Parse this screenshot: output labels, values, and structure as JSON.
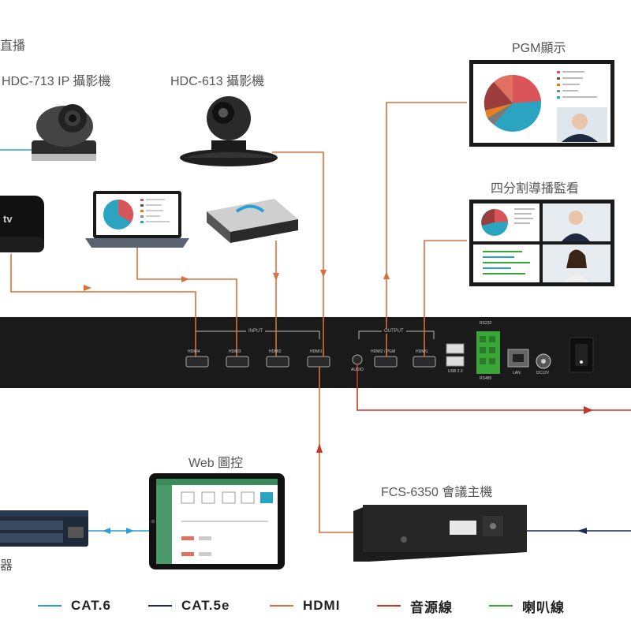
{
  "labels": {
    "live": "直播",
    "hdc713": "HDC-713 IP 攝影機",
    "hdc613": "HDC-613 攝影機",
    "pgm": "PGM顯示",
    "quad": "四分割導播監看",
    "web": "Web 圖控",
    "fcs": "FCS-6350 會議主機",
    "switch_tail": "器"
  },
  "device": {
    "input_title": "INPUT",
    "output_title": "OUTPUT",
    "ports_in": [
      "HDMI4",
      "HDMI3",
      "HDMI2",
      "HDMI1"
    ],
    "port_pgm": "HDMI2 / PGM",
    "port_mv": "HDMI1",
    "audio": "AUDIO",
    "usb": "USB 2.0",
    "rs232": "RS232",
    "rs485": "RS485",
    "lan": "LAN",
    "dc": "DC12V"
  },
  "apple_tv": "tv",
  "legend": [
    {
      "label": "CAT.6",
      "color": "#2a9fd6"
    },
    {
      "label": "CAT.5e",
      "color": "#1c2a5a"
    },
    {
      "label": "HDMI",
      "color": "#d9703a"
    },
    {
      "label": "音源線",
      "color": "#c0392b"
    },
    {
      "label": "喇叭線",
      "color": "#3aa63a"
    }
  ],
  "colors": {
    "hdmi": "#d9703a",
    "audio": "#c0392b",
    "cat6": "#2a9fd6",
    "cat5e": "#1c2a5a",
    "device": "#1a1a1a"
  }
}
